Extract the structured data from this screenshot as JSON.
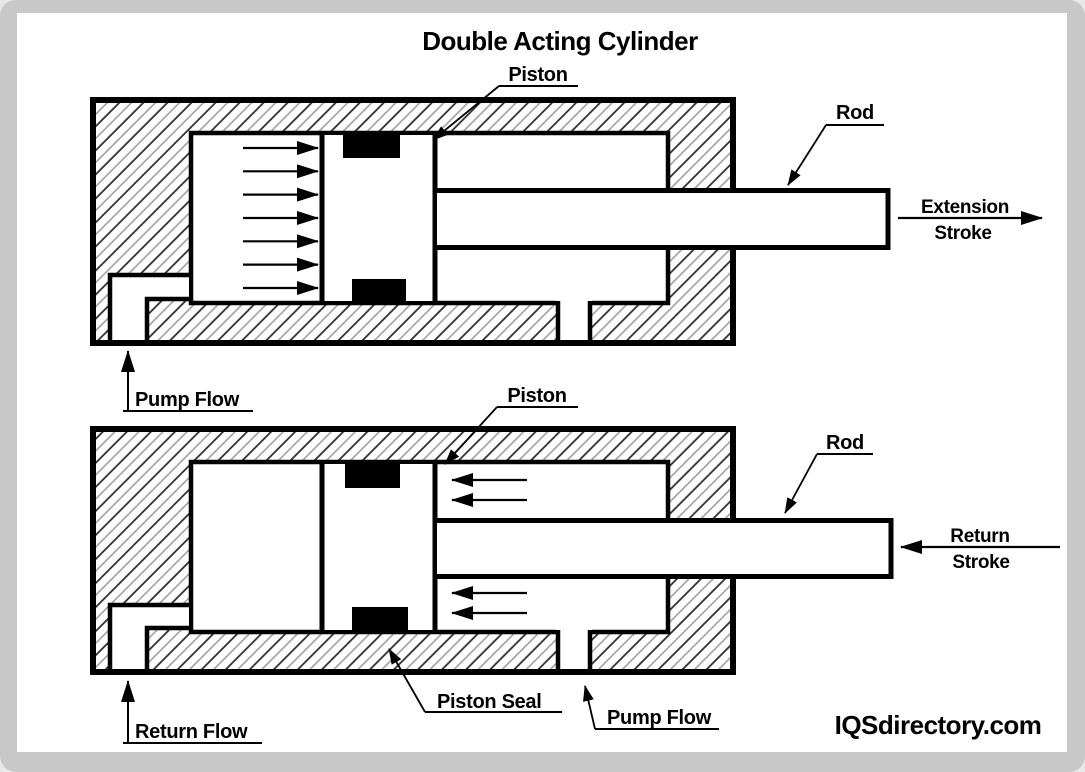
{
  "title": "Double Acting Cylinder",
  "watermark": "IQSdirectory.com",
  "colors": {
    "ink": "#000000",
    "frame_gray": "#c8c8c8",
    "paper": "#ffffff"
  },
  "top_diagram": {
    "labels": {
      "piston": "Piston",
      "rod": "Rod",
      "stroke_line1": "Extension",
      "stroke_line2": "Stroke",
      "pump_flow": "Pump Flow"
    }
  },
  "bottom_diagram": {
    "labels": {
      "piston": "Piston",
      "rod": "Rod",
      "stroke_line1": "Return",
      "stroke_line2": "Stroke",
      "return_flow": "Return Flow",
      "piston_seal": "Piston Seal",
      "pump_flow": "Pump Flow"
    }
  }
}
